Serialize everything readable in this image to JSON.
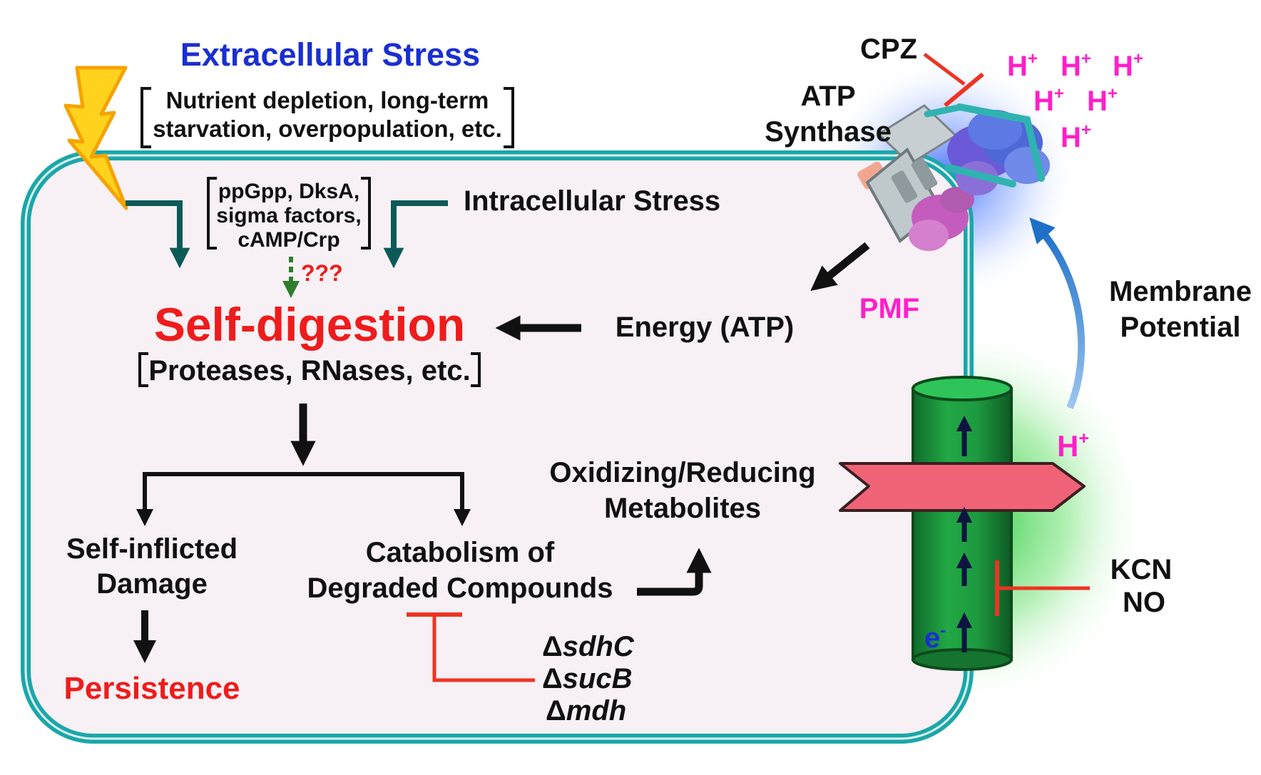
{
  "colors": {
    "membrane": "#1aa7a9",
    "cell_fill": "#f7f0f4",
    "arrow_teal": "#0c5a58",
    "arrow_black": "#111111",
    "inhibit_red": "#ee3322",
    "pmf_pink": "#ff1fc9",
    "extracellular_blue": "#1a2fd0",
    "self_digestion_red": "#ee1c1c",
    "channel_green": "#1f9b40",
    "channel_band": "#f06377",
    "atp_synthase_blue": "#4a6ad8",
    "lightning_yellow": "#ffd21e"
  },
  "icons": [
    "lightning-icon",
    "atp-synthase-icon",
    "etc-channel-icon",
    "electron-flow-arrow-icon"
  ],
  "extracellular": {
    "title": "Extracellular Stress",
    "examples_line1": "Nutrient depletion, long-term",
    "examples_line2": "starvation, overpopulation, etc."
  },
  "signals": {
    "line1": "ppGpp, DksA,",
    "line2": "sigma factors,",
    "line3": "cAMP/Crp",
    "unknown": "???"
  },
  "intracellular": {
    "title": "Intracellular Stress"
  },
  "self_digestion": {
    "title": "Self-digestion",
    "enzymes": "Proteases, RNases, etc."
  },
  "energy": {
    "label": "Energy (ATP)"
  },
  "outcomes": {
    "damage_line1": "Self-inflicted",
    "damage_line2": "Damage",
    "persistence": "Persistence",
    "catabolism_line1": "Catabolism of",
    "catabolism_line2": "Degraded Compounds"
  },
  "mutants": [
    {
      "delta": "Δ",
      "gene": "sdhC"
    },
    {
      "delta": "Δ",
      "gene": "sucB"
    },
    {
      "delta": "Δ",
      "gene": "mdh"
    }
  ],
  "metabolites": {
    "line1": "Oxidizing/Reducing",
    "line2": "Metabolites"
  },
  "atp_synthase": {
    "line1": "ATP",
    "line2": "Synthase",
    "inhibitor": "CPZ"
  },
  "protons": {
    "h": "H",
    "plus": "+",
    "count_outside": 6
  },
  "pmf": {
    "label": "PMF"
  },
  "membrane_potential": {
    "line1": "Membrane",
    "line2": "Potential"
  },
  "etc": {
    "electron": "e",
    "electron_charge": "-",
    "proton_label": "H",
    "proton_charge": "+",
    "inhibitor_line1": "KCN",
    "inhibitor_line2": "NO"
  }
}
